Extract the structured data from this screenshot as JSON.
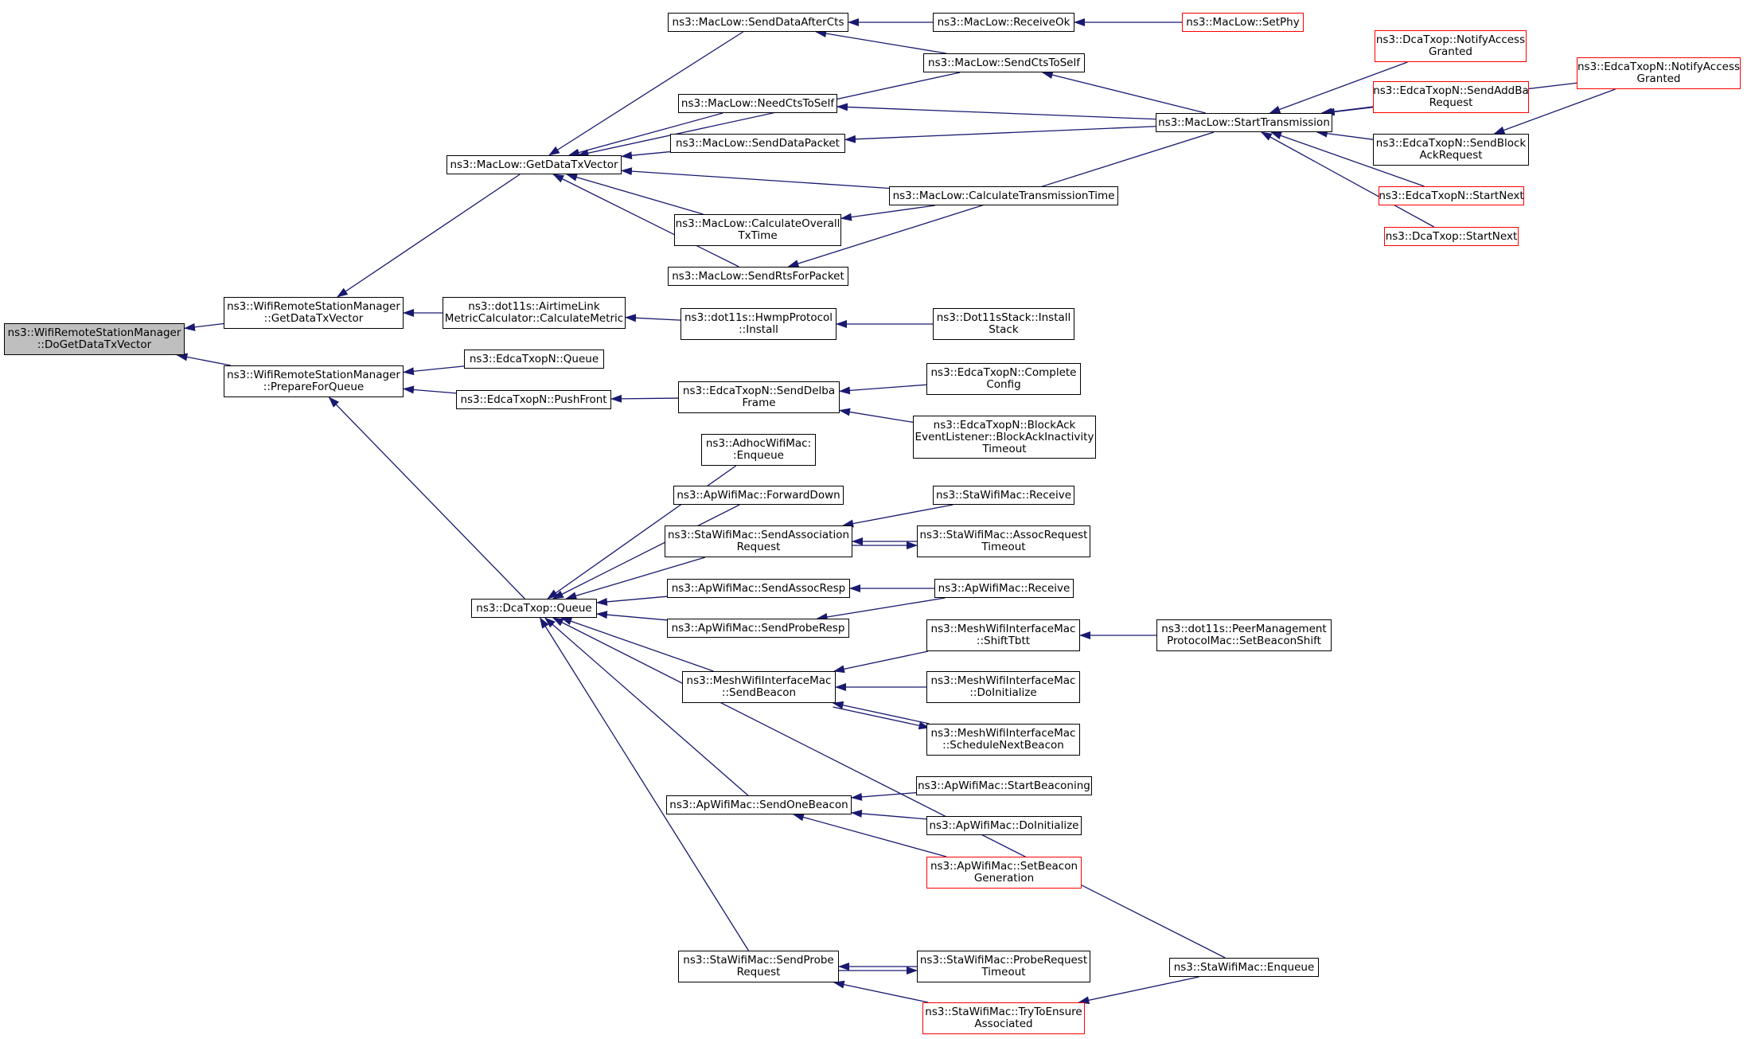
{
  "colors": {
    "edge": "#191970",
    "normal_border": "#000000",
    "truncated_border": "#ff0000",
    "root_fill": "#bfbfbf"
  },
  "nodes": {
    "root": {
      "line1": "ns3::WifiRemoteStationManager",
      "line2": "::DoGetDataTxVector"
    },
    "wrsm_getdatatxvector": {
      "line1": "ns3::WifiRemoteStationManager",
      "line2": "::GetDataTxVector"
    },
    "wrsm_prepareforqueue": {
      "line1": "ns3::WifiRemoteStationManager",
      "line2": "::PrepareForQueue"
    },
    "maclow_getdatatxvector": {
      "line1": "ns3::MacLow::GetDataTxVector"
    },
    "airtime_calc": {
      "line1": "ns3::dot11s::AirtimeLink",
      "line2": "MetricCalculator::CalculateMetric"
    },
    "edca_queue": {
      "line1": "ns3::EdcaTxopN::Queue"
    },
    "edca_pushfront": {
      "line1": "ns3::EdcaTxopN::PushFront"
    },
    "dcatxop_queue": {
      "line1": "ns3::DcaTxop::Queue"
    },
    "senddataaftercts": {
      "line1": "ns3::MacLow::SendDataAfterCts"
    },
    "needctstoself": {
      "line1": "ns3::MacLow::NeedCtsToSelf"
    },
    "senddatapacket": {
      "line1": "ns3::MacLow::SendDataPacket"
    },
    "calcoveralltxtime": {
      "line1": "ns3::MacLow::CalculateOverall",
      "line2": "TxTime"
    },
    "sendrtsforpacket": {
      "line1": "ns3::MacLow::SendRtsForPacket"
    },
    "hwmp_install": {
      "line1": "ns3::dot11s::HwmpProtocol",
      "line2": "::Install"
    },
    "senddelbaframe": {
      "line1": "ns3::EdcaTxopN::SendDelba",
      "line2": "Frame"
    },
    "adhoc_enqueue": {
      "line1": "ns3::AdhocWifiMac:",
      "line2": ":Enqueue"
    },
    "ap_forwarddown": {
      "line1": "ns3::ApWifiMac::ForwardDown"
    },
    "sta_sendassocreq": {
      "line1": "ns3::StaWifiMac::SendAssociation",
      "line2": "Request"
    },
    "ap_sendassocresp": {
      "line1": "ns3::ApWifiMac::SendAssocResp"
    },
    "ap_sendproberesp": {
      "line1": "ns3::ApWifiMac::SendProbeResp"
    },
    "mesh_sendbeacon": {
      "line1": "ns3::MeshWifiInterfaceMac",
      "line2": "::SendBeacon"
    },
    "ap_sendonebeacon": {
      "line1": "ns3::ApWifiMac::SendOneBeacon"
    },
    "sta_sendprobereq": {
      "line1": "ns3::StaWifiMac::SendProbe",
      "line2": "Request"
    },
    "receiveok": {
      "line1": "ns3::MacLow::ReceiveOk"
    },
    "sendctstoself": {
      "line1": "ns3::MacLow::SendCtsToSelf"
    },
    "calctranstime": {
      "line1": "ns3::MacLow::CalculateTransmissionTime"
    },
    "dot11s_install": {
      "line1": "ns3::Dot11sStack::Install",
      "line2": "Stack"
    },
    "completeconfig": {
      "line1": "ns3::EdcaTxopN::Complete",
      "line2": "Config"
    },
    "blockack_timeout": {
      "line1": "ns3::EdcaTxopN::BlockAck",
      "line2": "EventListener::BlockAckInactivity",
      "line3": "Timeout"
    },
    "sta_receive": {
      "line1": "ns3::StaWifiMac::Receive"
    },
    "sta_assocreqtimeout": {
      "line1": "ns3::StaWifiMac::AssocRequest",
      "line2": "Timeout"
    },
    "ap_receive": {
      "line1": "ns3::ApWifiMac::Receive"
    },
    "mesh_shifttbtt": {
      "line1": "ns3::MeshWifiInterfaceMac",
      "line2": "::ShiftTbtt"
    },
    "mesh_doinitialize": {
      "line1": "ns3::MeshWifiInterfaceMac",
      "line2": "::DoInitialize"
    },
    "mesh_schedulenextbeacon": {
      "line1": "ns3::MeshWifiInterfaceMac",
      "line2": "::ScheduleNextBeacon"
    },
    "ap_startbeaconing": {
      "line1": "ns3::ApWifiMac::StartBeaconing"
    },
    "ap_doinitialize": {
      "line1": "ns3::ApWifiMac::DoInitialize"
    },
    "ap_setbeacongen": {
      "line1": "ns3::ApWifiMac::SetBeacon",
      "line2": "Generation"
    },
    "sta_probereqtimeout": {
      "line1": "ns3::StaWifiMac::ProbeRequest",
      "line2": "Timeout"
    },
    "sta_trytoensure": {
      "line1": "ns3::StaWifiMac::TryToEnsure",
      "line2": "Associated"
    },
    "setphy": {
      "line1": "ns3::MacLow::SetPhy"
    },
    "starttransmission": {
      "line1": "ns3::MacLow::StartTransmission"
    },
    "peermgmt_setbeaconshift": {
      "line1": "ns3::dot11s::PeerManagement",
      "line2": "ProtocolMac::SetBeaconShift"
    },
    "sta_enqueue": {
      "line1": "ns3::StaWifiMac::Enqueue"
    },
    "dca_notifyaccess": {
      "line1": "ns3::DcaTxop::NotifyAccess",
      "line2": "Granted"
    },
    "edca_sendaddba": {
      "line1": "ns3::EdcaTxopN::SendAddBa",
      "line2": "Request"
    },
    "edca_sendblockack": {
      "line1": "ns3::EdcaTxopN::SendBlock",
      "line2": "AckRequest"
    },
    "edca_startnext": {
      "line1": "ns3::EdcaTxopN::StartNext"
    },
    "dca_startnext": {
      "line1": "ns3::DcaTxop::StartNext"
    },
    "edca_notifyaccess": {
      "line1": "ns3::EdcaTxopN::NotifyAccess",
      "line2": "Granted"
    }
  },
  "edges": [
    [
      "wrsm_getdatatxvector",
      "root"
    ],
    [
      "wrsm_prepareforqueue",
      "root"
    ],
    [
      "maclow_getdatatxvector",
      "wrsm_getdatatxvector"
    ],
    [
      "airtime_calc",
      "wrsm_getdatatxvector"
    ],
    [
      "edca_queue",
      "wrsm_prepareforqueue"
    ],
    [
      "edca_pushfront",
      "wrsm_prepareforqueue"
    ],
    [
      "dcatxop_queue",
      "wrsm_prepareforqueue"
    ],
    [
      "senddataaftercts",
      "maclow_getdatatxvector"
    ],
    [
      "sendctstoself",
      "maclow_getdatatxvector"
    ],
    [
      "needctstoself",
      "maclow_getdatatxvector"
    ],
    [
      "senddatapacket",
      "maclow_getdatatxvector"
    ],
    [
      "calctranstime",
      "maclow_getdatatxvector"
    ],
    [
      "calcoveralltxtime",
      "maclow_getdatatxvector"
    ],
    [
      "sendrtsforpacket",
      "maclow_getdatatxvector"
    ],
    [
      "hwmp_install",
      "airtime_calc"
    ],
    [
      "senddelbaframe",
      "edca_pushfront"
    ],
    [
      "adhoc_enqueue",
      "dcatxop_queue"
    ],
    [
      "ap_forwarddown",
      "dcatxop_queue"
    ],
    [
      "sta_sendassocreq",
      "dcatxop_queue"
    ],
    [
      "ap_sendassocresp",
      "dcatxop_queue"
    ],
    [
      "ap_sendproberesp",
      "dcatxop_queue"
    ],
    [
      "mesh_sendbeacon",
      "dcatxop_queue"
    ],
    [
      "ap_sendonebeacon",
      "dcatxop_queue"
    ],
    [
      "sta_enqueue",
      "dcatxop_queue"
    ],
    [
      "sta_sendprobereq",
      "dcatxop_queue"
    ],
    [
      "receiveok",
      "senddataaftercts"
    ],
    [
      "sendctstoself",
      "senddataaftercts"
    ],
    [
      "starttransmission",
      "needctstoself"
    ],
    [
      "starttransmission",
      "senddatapacket"
    ],
    [
      "calctranstime",
      "calcoveralltxtime"
    ],
    [
      "starttransmission",
      "sendrtsforpacket"
    ],
    [
      "dot11s_install",
      "hwmp_install"
    ],
    [
      "completeconfig",
      "senddelbaframe"
    ],
    [
      "blockack_timeout",
      "senddelbaframe"
    ],
    [
      "sta_receive",
      "sta_sendassocreq"
    ],
    [
      "sta_assocreqtimeout",
      "sta_sendassocreq"
    ],
    [
      "sta_sendassocreq",
      "sta_assocreqtimeout"
    ],
    [
      "ap_receive",
      "ap_sendassocresp"
    ],
    [
      "ap_receive",
      "ap_sendproberesp"
    ],
    [
      "mesh_shifttbtt",
      "mesh_sendbeacon"
    ],
    [
      "mesh_doinitialize",
      "mesh_sendbeacon"
    ],
    [
      "mesh_schedulenextbeacon",
      "mesh_sendbeacon"
    ],
    [
      "mesh_sendbeacon",
      "mesh_schedulenextbeacon"
    ],
    [
      "ap_startbeaconing",
      "ap_sendonebeacon"
    ],
    [
      "ap_doinitialize",
      "ap_sendonebeacon"
    ],
    [
      "ap_setbeacongen",
      "ap_sendonebeacon"
    ],
    [
      "sta_probereqtimeout",
      "sta_sendprobereq"
    ],
    [
      "sta_sendprobereq",
      "sta_probereqtimeout"
    ],
    [
      "sta_trytoensure",
      "sta_sendprobereq"
    ],
    [
      "setphy",
      "receiveok"
    ],
    [
      "starttransmission",
      "sendctstoself"
    ],
    [
      "peermgmt_setbeaconshift",
      "mesh_shifttbtt"
    ],
    [
      "sta_enqueue",
      "sta_trytoensure"
    ],
    [
      "dca_notifyaccess",
      "starttransmission"
    ],
    [
      "edca_sendaddba",
      "starttransmission"
    ],
    [
      "edca_sendblockack",
      "starttransmission"
    ],
    [
      "edca_startnext",
      "starttransmission"
    ],
    [
      "dca_startnext",
      "starttransmission"
    ],
    [
      "edca_notifyaccess",
      "starttransmission"
    ],
    [
      "edca_notifyaccess",
      "edca_sendblockack"
    ]
  ]
}
